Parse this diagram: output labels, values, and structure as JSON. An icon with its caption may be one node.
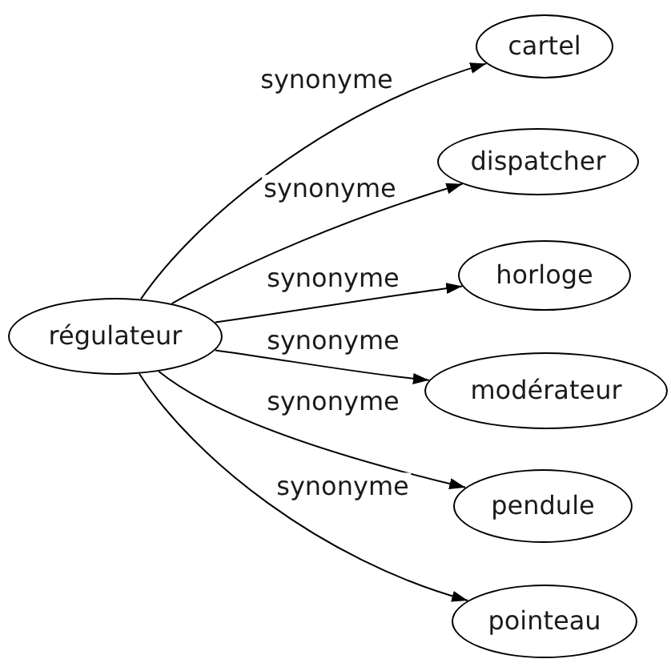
{
  "diagram": {
    "nodes": [
      {
        "text": [
          "régulateur"
        ]
      },
      {
        "text": [
          "cartel"
        ]
      },
      {
        "text": [
          "dispatcher"
        ]
      },
      {
        "text": [
          "horloge"
        ]
      },
      {
        "text": [
          "modérateur"
        ]
      },
      {
        "text": [
          "pendule"
        ]
      },
      {
        "text": [
          "pointeau"
        ]
      }
    ],
    "edges": [
      {
        "from": 0,
        "to": 1,
        "arrow": "to",
        "label": "synonyme"
      },
      {
        "from": 0,
        "to": 2,
        "arrow": "to",
        "label": "synonyme"
      },
      {
        "from": 0,
        "to": 3,
        "arrow": "to",
        "label": "synonyme"
      },
      {
        "from": 0,
        "to": 4,
        "arrow": "to",
        "label": "synonyme"
      },
      {
        "from": 0,
        "to": 5,
        "arrow": "to",
        "label": "synonyme"
      },
      {
        "from": 0,
        "to": 6,
        "arrow": "to",
        "label": "synonyme"
      }
    ]
  }
}
